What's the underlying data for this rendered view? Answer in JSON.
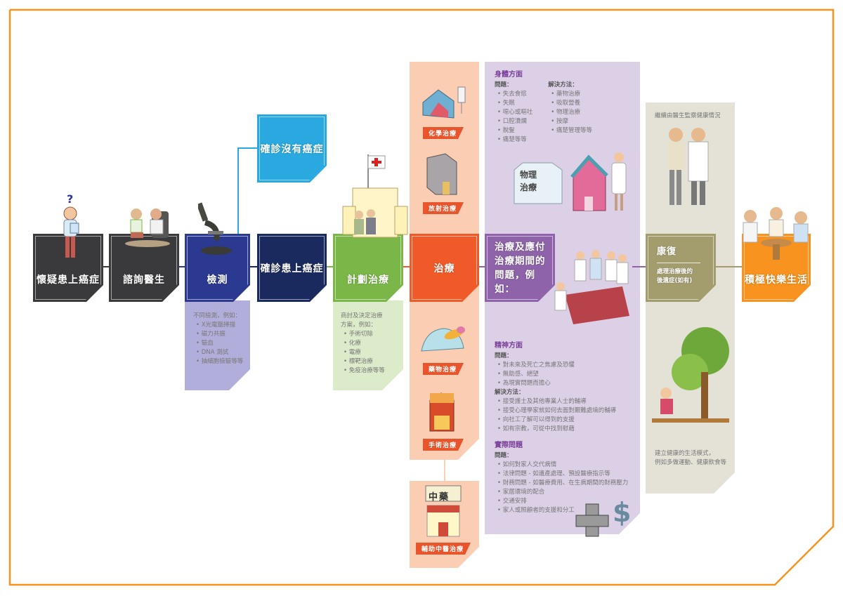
{
  "colors": {
    "frame": "#f7931e",
    "dark_grey": "#3a3a3c",
    "navy": "#2b3990",
    "dark_navy": "#1b2a5e",
    "sky_blue": "#29a9e0",
    "green": "#7ab648",
    "light_green": "#dcebc9",
    "orange_red": "#f05a28",
    "peach": "#fbcdb3",
    "purple": "#8e63a9",
    "light_purple": "#dcd0e6",
    "olive": "#a39d6e",
    "beige": "#e4e2d6",
    "orange": "#f7931e",
    "lavender": "#b2aedb"
  },
  "steps": {
    "suspect": "懷疑患上癌症",
    "consult": "諮詢醫生",
    "test": "檢測",
    "no_cancer": "確診沒有癌症",
    "diagnosed": "確診患上癌症",
    "plan": "計劃治療",
    "treatment": "治療",
    "coping_line1": "治療及應付",
    "coping_line2": "治療期間的",
    "coping_line3": "問題，例如：",
    "recovery": "康復",
    "recovery_sub_line1": "處理治療後的",
    "recovery_sub_line2": "後遺症(如有)",
    "happy_life": "積極快樂生活"
  },
  "test_note": {
    "intro": "不同檢測，例如：",
    "items": [
      "X光電腦掃描",
      "磁力共振",
      "驗血",
      "DNA 測試",
      "抽細胞檢驗等等"
    ]
  },
  "plan_note": {
    "intro_line1": "商討及決定治療",
    "intro_line2": "方案，例如：",
    "items": [
      "手術切除",
      "化療",
      "電療",
      "標靶治療",
      "免疫治療等等"
    ]
  },
  "treatment_types": {
    "chemo": "化學治療",
    "radio": "放射治療",
    "drug": "藥物治療",
    "surgery": "手術治療",
    "tcm": "輔助中醫治療"
  },
  "physical": {
    "title": "身體方面",
    "problems_label": "問題：",
    "problems": [
      "失去食慾",
      "失眠",
      "噁心或嘔吐",
      "口腔潰爛",
      "脫髮",
      "痛楚等等"
    ],
    "solutions_label": "解決方法：",
    "solutions": [
      "藥物治療",
      "吸取營養",
      "物理治療",
      "按摩",
      "痛楚管理等等"
    ],
    "physio_sign_line1": "物理",
    "physio_sign_line2": "治療"
  },
  "mental": {
    "title": "精神方面",
    "problems_label": "問題：",
    "problems": [
      "對未來及死亡之焦慮及恐懼",
      "無助感、絕望",
      "為現實問題而擔心"
    ],
    "solutions_label": "解決方法：",
    "solutions": [
      "接受護士及其他專業人士的輔導",
      "接受心理學家就如何去面對艱難處境的輔導",
      "向社工了解可以得到的支援",
      "如有宗教，可從中找到慰藉"
    ]
  },
  "practical": {
    "title": "實際問題",
    "problems_label": "問題：",
    "problems": [
      "如何對家人交代病情",
      "法律問題 - 如遺產處理、預設醫療指示等",
      "財務問題 - 如醫療費用、在生病期間的財務壓力",
      "家居環境的配合",
      "交通安排",
      "家人或照顧者的支援和分工"
    ]
  },
  "recovery_notes": {
    "top": "繼續由醫生監察健康情況",
    "bottom_line1": "建立健康的生活模式，",
    "bottom_line2": "例如多做運動、健康飲食等"
  },
  "icons": {
    "question_mark": "?",
    "tcm_sign": "中藥",
    "dollar": "$"
  }
}
